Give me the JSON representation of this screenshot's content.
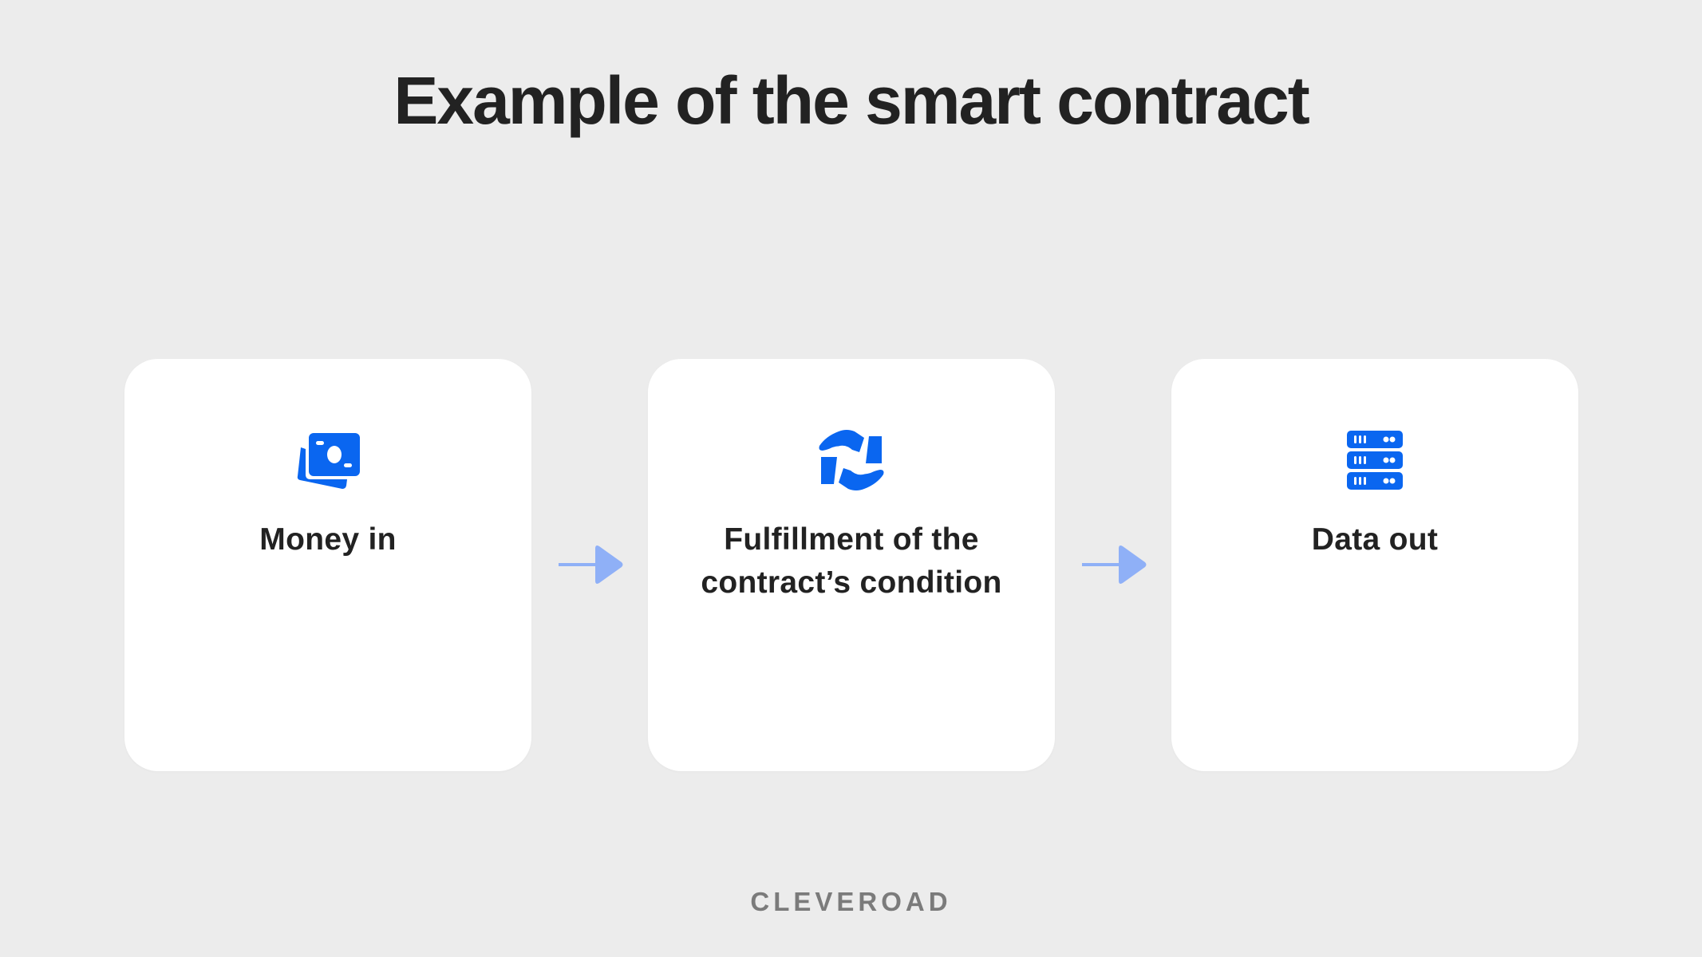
{
  "title": "Example of the smart contract",
  "colors": {
    "background": "#ececec",
    "card": "#ffffff",
    "icon": "#0a66f0",
    "arrow": "#8fb0f7",
    "text": "#222222",
    "footer": "#7b7b7b"
  },
  "steps": [
    {
      "icon": "money-bills-icon",
      "label": "Money in"
    },
    {
      "icon": "hands-exchange-icon",
      "label": "Fulfillment of the contract’s condition"
    },
    {
      "icon": "server-stack-icon",
      "label": "Data out"
    }
  ],
  "connectors": [
    {
      "from": "Money in",
      "to": "Fulfillment of the contract’s condition",
      "icon": "arrow-right-icon"
    },
    {
      "from": "Fulfillment of the contract’s condition",
      "to": "Data out",
      "icon": "arrow-right-icon"
    }
  ],
  "footer": {
    "brand": "CLEVEROAD"
  }
}
